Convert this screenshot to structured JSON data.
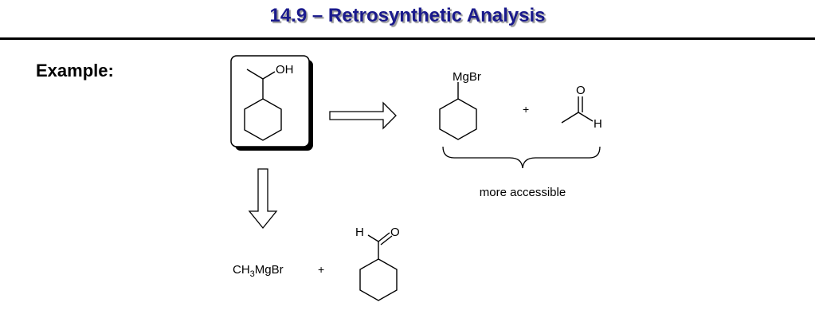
{
  "title": "14.9 – Retrosynthetic Analysis",
  "example_label": "Example:",
  "target": {
    "substituent": "OH"
  },
  "route_top": {
    "grignard": "MgBr",
    "plus": "+",
    "aldehyde_O": "O",
    "aldehyde_H": "H",
    "brace_note": "more accessible"
  },
  "route_bottom": {
    "reagent_prefix": "CH",
    "reagent_subscript": "3",
    "reagent_suffix": "MgBr",
    "plus": "+",
    "aldehyde_H": "H",
    "aldehyde_O": "O"
  }
}
